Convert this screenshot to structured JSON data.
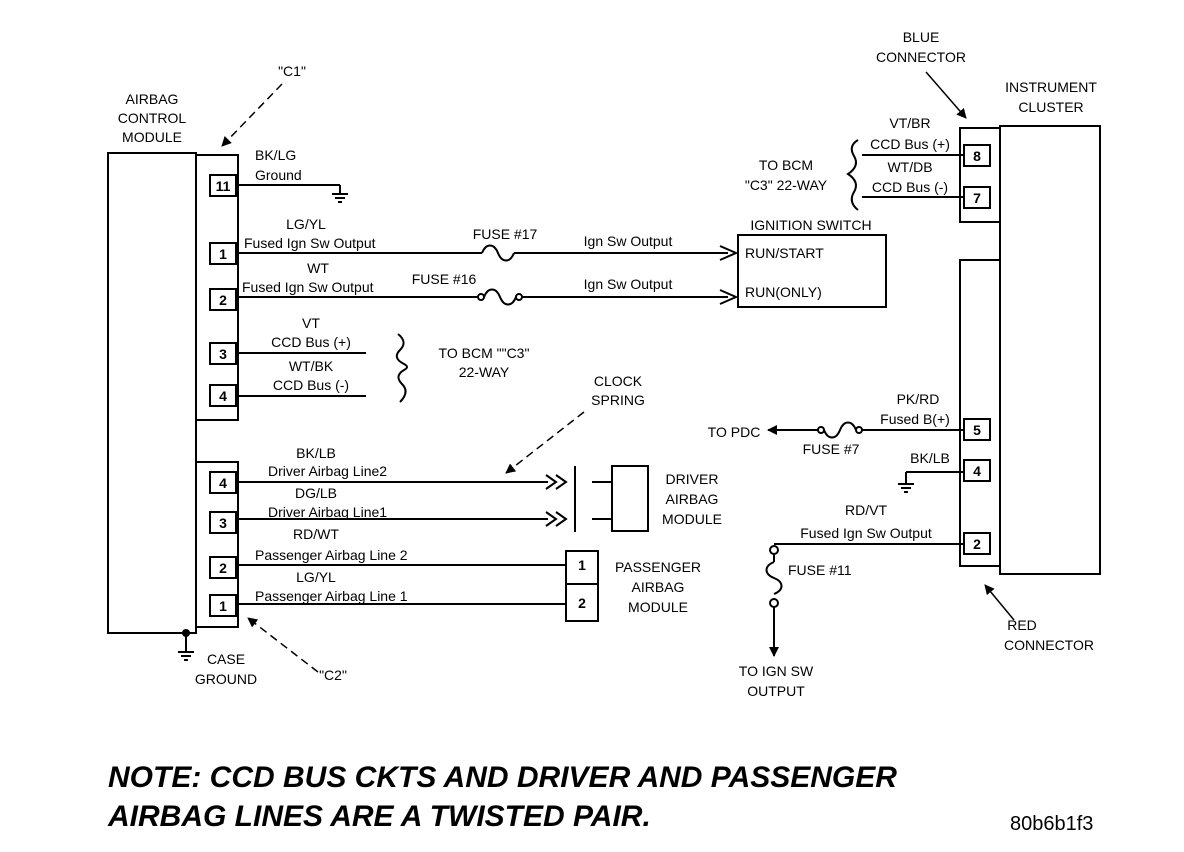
{
  "modules": {
    "acm": [
      "AIRBAG",
      "CONTROL",
      "MODULE"
    ],
    "cluster": [
      "INSTRUMENT",
      "CLUSTER"
    ],
    "ignition_switch": "IGNITION SWITCH",
    "run_start": "RUN/START",
    "run_only": "RUN(ONLY)",
    "driver_airbag": [
      "DRIVER",
      "AIRBAG",
      "MODULE"
    ],
    "passenger_airbag": [
      "PASSENGER",
      "AIRBAG",
      "MODULE"
    ]
  },
  "connectors": {
    "c1": "\"C1\"",
    "c2": "\"C2\"",
    "blue": [
      "BLUE",
      "CONNECTOR"
    ],
    "red": [
      "RED",
      "CONNECTOR"
    ],
    "clock_spring": [
      "CLOCK",
      "SPRING"
    ]
  },
  "pins": {
    "c1_11": "11",
    "c1_1": "1",
    "c1_2": "2",
    "c1_3": "3",
    "c1_4": "4",
    "c2_4": "4",
    "c2_3": "3",
    "c2_2": "2",
    "c2_1": "1",
    "blue_8": "8",
    "blue_7": "7",
    "red_5": "5",
    "red_4": "4",
    "red_2": "2",
    "pass_1": "1",
    "pass_2": "2"
  },
  "wires": {
    "bk_lg": "BK/LG",
    "ground": "Ground",
    "lg_yl_top": "LG/YL",
    "fused_ign_1": "Fused Ign Sw Output",
    "wt": "WT",
    "fused_ign_2": "Fused Ign Sw Output",
    "fuse17": "FUSE #17",
    "ign_out_1": "Ign Sw Output",
    "fuse16": "FUSE #16",
    "ign_out_2": "Ign Sw Output",
    "vt": "VT",
    "ccd_plus": "CCD Bus (+)",
    "wt_bk": "WT/BK",
    "ccd_minus": "CCD Bus (-)",
    "to_bcm_1": "TO BCM \"\"C3\"",
    "to_bcm_2": "22-WAY",
    "bk_lb_1": "BK/LB",
    "driver_line2": "Driver Airbag Line2",
    "dg_lb": "DG/LB",
    "driver_line1": "Driver Airbag Line1",
    "rd_wt": "RD/WT",
    "pass_line2": "Passenger Airbag Line 2",
    "lg_yl_bot": "LG/YL",
    "pass_line1": "Passenger Airbag Line 1",
    "case_ground": [
      "CASE",
      "GROUND"
    ],
    "vt_br": "VT/BR",
    "ccd_plus_r": "CCD Bus (+)",
    "wt_db": "WT/DB",
    "ccd_minus_r": "CCD Bus (-)",
    "to_bcm_r1": "TO BCM",
    "to_bcm_r2": "\"C3\" 22-WAY",
    "pk_rd": "PK/RD",
    "fused_b": "Fused B(+)",
    "to_pdc": "TO PDC",
    "fuse7": "FUSE #7",
    "bk_lb_2": "BK/LB",
    "rd_vt": "RD/VT",
    "fused_ign_r": "Fused Ign Sw Output",
    "fuse11": "FUSE #11",
    "to_ign": [
      "TO IGN SW",
      "OUTPUT"
    ]
  },
  "note": [
    "NOTE:  CCD BUS CKTS AND DRIVER AND PASSENGER",
    "AIRBAG LINES ARE A TWISTED PAIR."
  ],
  "figure_code": "80b6b1f3"
}
